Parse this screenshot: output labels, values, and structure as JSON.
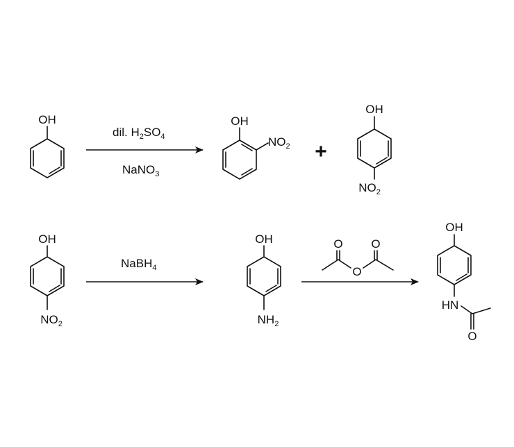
{
  "labels": {
    "oh": "OH",
    "no2_main": "NO",
    "no2_sub": "2",
    "nh2_main": "NH",
    "nh2_sub": "2",
    "hn": "HN",
    "o": "O",
    "plus": "+"
  },
  "reagents": {
    "step1_top_a": "dil. H",
    "step1_top_sub1": "2",
    "step1_top_b": "SO",
    "step1_top_sub2": "4",
    "step1_bottom_main": "NaNO",
    "step1_bottom_sub": "3",
    "step2_main": "NaBH",
    "step2_sub": "4"
  },
  "colors": {
    "ink": "#111111",
    "background": "#ffffff"
  }
}
